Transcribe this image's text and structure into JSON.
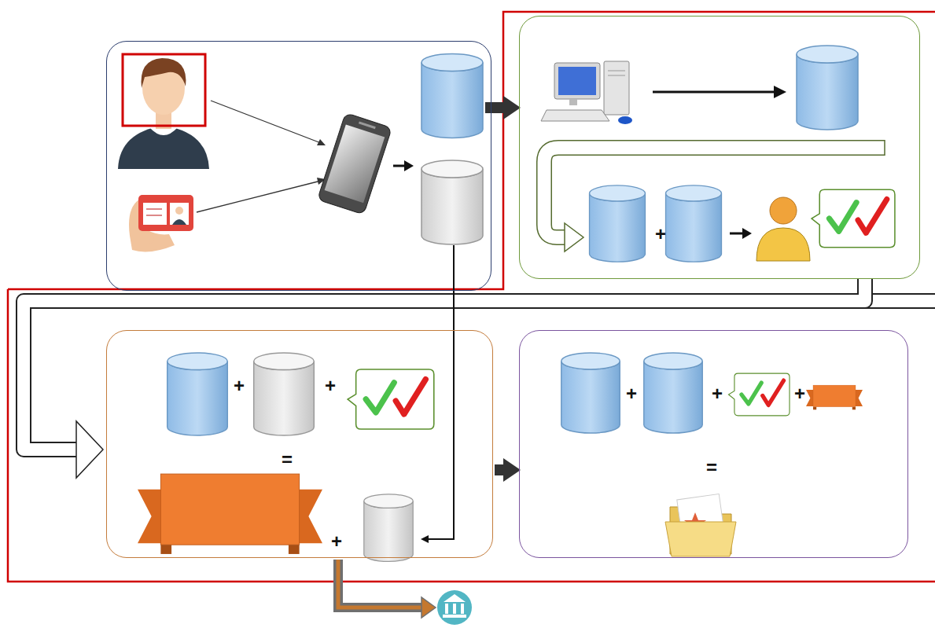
{
  "diagram": {
    "nodes": [
      {
        "text": []
      },
      {
        "text": [
          "+"
        ]
      },
      {
        "text": [
          "+",
          "+",
          "=",
          "+"
        ]
      },
      {
        "text": [
          "+",
          "+",
          "+",
          "="
        ]
      }
    ],
    "edges": [
      {
        "from": 0,
        "to": 1,
        "arrow": "to"
      },
      {
        "from": 1,
        "to": 2,
        "arrow": "to"
      },
      {
        "from": 0,
        "to": 2,
        "arrow": "to"
      },
      {
        "from": 2,
        "to": 3,
        "arrow": "to"
      }
    ]
  }
}
